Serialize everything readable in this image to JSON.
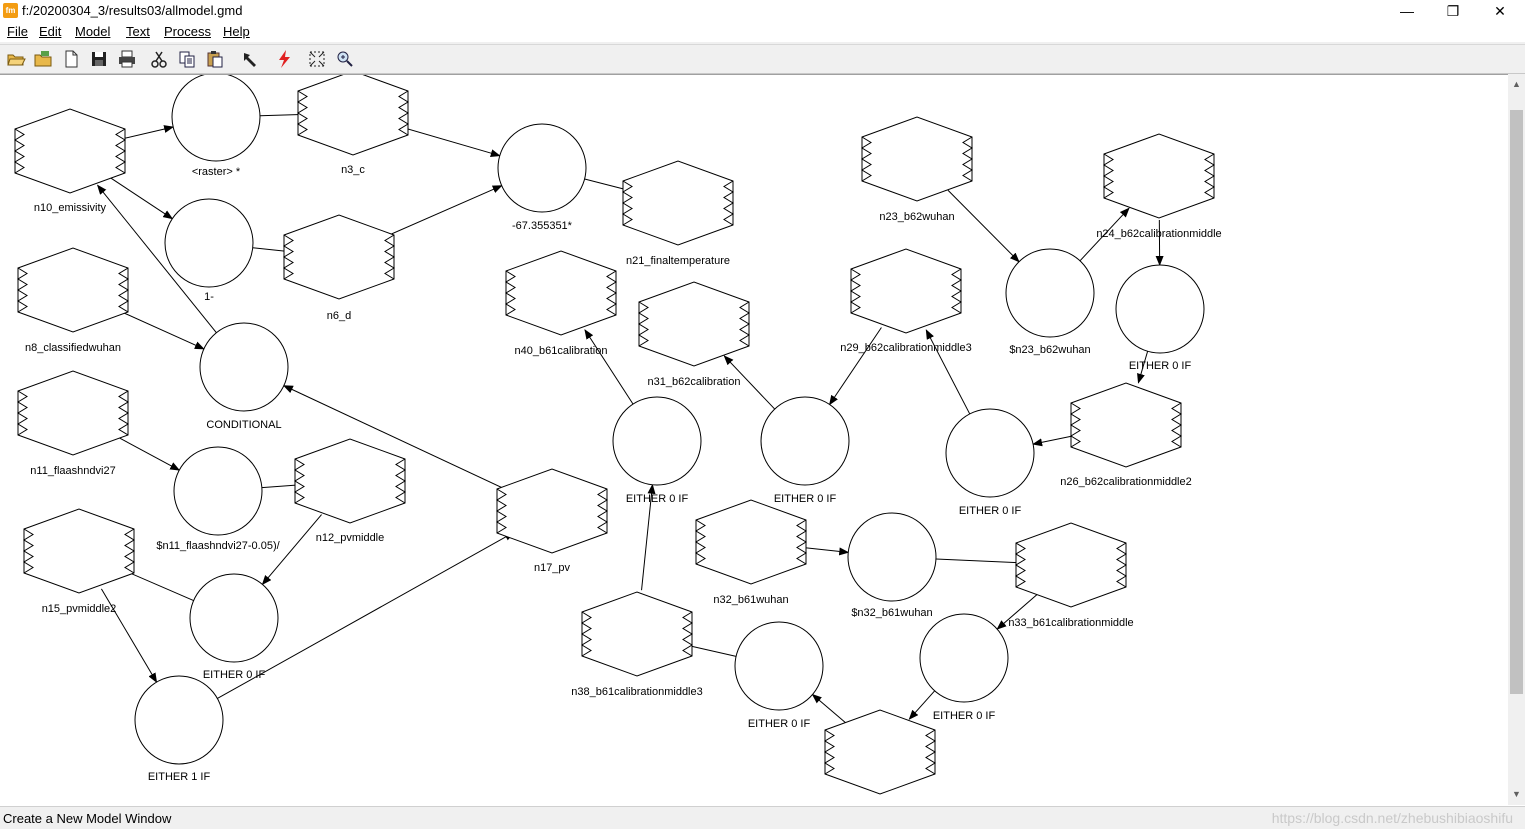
{
  "window": {
    "title": "f:/20200304_3/results03/allmodel.gmd",
    "icon": "model-maker-icon",
    "minimize": "—",
    "maximize": "❐",
    "close": "✕"
  },
  "menu": [
    {
      "key": "file",
      "label": "File"
    },
    {
      "key": "edit",
      "label": "Edit"
    },
    {
      "key": "model",
      "label": "Model"
    },
    {
      "key": "text",
      "label": "Text"
    },
    {
      "key": "process",
      "label": "Process"
    },
    {
      "key": "help",
      "label": "Help"
    }
  ],
  "toolbar": [
    {
      "key": "open",
      "icon": "open-folder-icon"
    },
    {
      "key": "open-recent",
      "icon": "folder-icon"
    },
    {
      "key": "new",
      "icon": "new-document-icon"
    },
    {
      "key": "save",
      "icon": "save-icon"
    },
    {
      "key": "print",
      "icon": "print-icon"
    },
    {
      "key": "cut",
      "icon": "cut-icon"
    },
    {
      "key": "copy",
      "icon": "copy-icon"
    },
    {
      "key": "paste",
      "icon": "paste-icon"
    },
    {
      "key": "tools",
      "icon": "hammer-icon"
    },
    {
      "key": "run",
      "icon": "lightning-icon"
    },
    {
      "key": "fit",
      "icon": "fit-window-icon"
    },
    {
      "key": "zoom",
      "icon": "zoom-icon"
    }
  ],
  "model": {
    "nodes": [
      {
        "id": "n10",
        "type": "raster",
        "label": "n10_emissivity"
      },
      {
        "id": "f_raster",
        "type": "function",
        "label": "<raster> *"
      },
      {
        "id": "n3",
        "type": "raster",
        "label": "n3_c"
      },
      {
        "id": "f_final",
        "type": "function",
        "label": "-67.355351*"
      },
      {
        "id": "n21",
        "type": "raster",
        "label": "n21_finaltemperature"
      },
      {
        "id": "f_1",
        "type": "function",
        "label": "1-"
      },
      {
        "id": "n6",
        "type": "raster",
        "label": "n6_d"
      },
      {
        "id": "n8",
        "type": "raster",
        "label": "n8_classifiedwuhan"
      },
      {
        "id": "f_cond",
        "type": "function",
        "label": "CONDITIONAL"
      },
      {
        "id": "n11",
        "type": "raster",
        "label": "n11_flaashndvi27"
      },
      {
        "id": "f_n11",
        "type": "function",
        "label": "$n11_flaashndvi27-0.05)/"
      },
      {
        "id": "n12",
        "type": "raster",
        "label": "n12_pvmiddle"
      },
      {
        "id": "n15",
        "type": "raster",
        "label": "n15_pvmiddle2"
      },
      {
        "id": "f_either0a",
        "type": "function",
        "label": "EITHER 0 IF"
      },
      {
        "id": "f_either1",
        "type": "function",
        "label": "EITHER 1 IF"
      },
      {
        "id": "n17",
        "type": "raster",
        "label": "n17_pv"
      },
      {
        "id": "n40",
        "type": "raster",
        "label": "n40_b61calibration"
      },
      {
        "id": "n31",
        "type": "raster",
        "label": "n31_b62calibration"
      },
      {
        "id": "f_either0b",
        "type": "function",
        "label": "EITHER 0 IF"
      },
      {
        "id": "f_either0c",
        "type": "function",
        "label": "EITHER 0 IF"
      },
      {
        "id": "n29",
        "type": "raster",
        "label": "n29_b62calibrationmiddle3"
      },
      {
        "id": "f_either0d",
        "type": "function",
        "label": "EITHER 0 IF"
      },
      {
        "id": "n23",
        "type": "raster",
        "label": "n23_b62wuhan"
      },
      {
        "id": "f_n23",
        "type": "function",
        "label": "$n23_b62wuhan"
      },
      {
        "id": "n24",
        "type": "raster",
        "label": "n24_b62calibrationmiddle"
      },
      {
        "id": "f_either0e",
        "type": "function",
        "label": "EITHER 0 IF"
      },
      {
        "id": "n26",
        "type": "raster",
        "label": "n26_b62calibrationmiddle2"
      },
      {
        "id": "n32",
        "type": "raster",
        "label": "n32_b61wuhan"
      },
      {
        "id": "f_n32",
        "type": "function",
        "label": "$n32_b61wuhan"
      },
      {
        "id": "n33",
        "type": "raster",
        "label": "n33_b61calibrationmiddle"
      },
      {
        "id": "n38",
        "type": "raster",
        "label": "n38_b61calibrationmiddle3"
      },
      {
        "id": "f_either0f",
        "type": "function",
        "label": "EITHER 0 IF"
      },
      {
        "id": "f_either0g",
        "type": "function",
        "label": "EITHER 0 IF"
      },
      {
        "id": "n_bottom",
        "type": "raster",
        "label": ""
      }
    ]
  },
  "status": {
    "text": "Create a New Model Window",
    "watermark": "https://blog.csdn.net/zhebushibiaoshifu"
  }
}
